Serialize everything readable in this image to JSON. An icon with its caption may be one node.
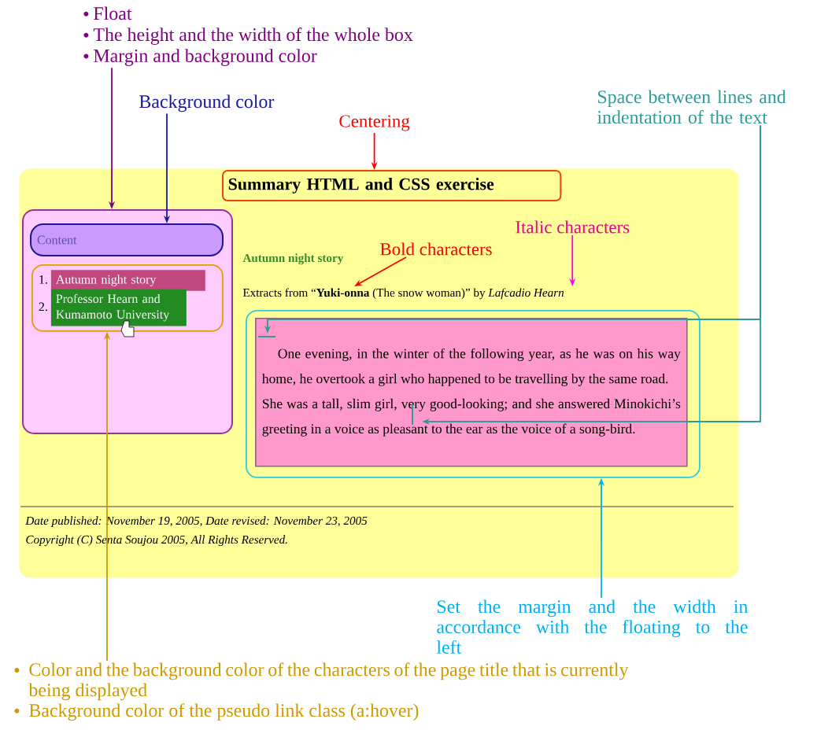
{
  "diagram": {
    "nodes": [
      {
        "text": [
          "Float",
          "The height and the width of the whole box",
          "Margin and background color"
        ]
      },
      {
        "text": [
          "Background color"
        ]
      },
      {
        "text": [
          "Centering"
        ]
      },
      {
        "text": [
          "Space between lines and indentation of the text"
        ]
      },
      {
        "text": [],
        "shape": "box"
      },
      {
        "text": [
          "Summary HTML and CSS exercise"
        ],
        "in": 4
      },
      {
        "text": [],
        "shape": "box",
        "in": 4
      },
      {
        "text": [
          "Content"
        ],
        "in": 6
      },
      {
        "text": [
          "1.",
          "Autumn night story",
          "2.",
          "Professor Hearn and Kumamoto University"
        ],
        "in": 6
      },
      {
        "text": [
          "Bold characters"
        ],
        "in": 4
      },
      {
        "text": [
          "Italic characters"
        ],
        "in": 4
      },
      {
        "text": [
          "Extracts from “**Yuki-onna** (The snow woman)” by *Lafcadio Hearn*"
        ],
        "in": 4
      },
      {
        "text": [],
        "shape": "box",
        "in": 4
      },
      {
        "text": [
          "One evening, in the winter of the following year, as he was on his way home, he overtook a girl who happened to be travelling by the same road.",
          "She was a tall, slim girl, very good-looking; and she answered Minokichi’s greeting in a voice as pleasant to the ear as the voice of a song-bird."
        ],
        "in": 12
      },
      {
        "text": [
          "Set the margin and the width in accordance with the floating to the left"
        ]
      },
      {
        "text": [
          "Color and the background color of the characters of the page title that is currently being displayed",
          "Background color of the pseudo link class (a:hover)"
        ]
      }
    ],
    "edges": [
      {
        "from": 0,
        "to": 6,
        "arrow": "to",
        "color": "#800080"
      },
      {
        "from": 1,
        "to": 7,
        "arrow": "to",
        "color": "#1a1a99"
      },
      {
        "from": 2,
        "to": 5,
        "arrow": "to",
        "color": "#ff0000"
      },
      {
        "from": 9,
        "to": 11,
        "arrow": "to",
        "color": "#ff0000"
      },
      {
        "from": 10,
        "to": 11,
        "arrow": "to",
        "color": "#ff00ff"
      },
      {
        "from": 3,
        "to": 13,
        "arrow": "to",
        "color": "#339999"
      },
      {
        "from": 3,
        "to": 13,
        "arrow": "to",
        "color": "#339999"
      },
      {
        "from": 14,
        "to": 12,
        "arrow": "to",
        "color": "#00b0f0"
      },
      {
        "from": 15,
        "to": 8,
        "arrow": "to",
        "color": "#cc9900"
      }
    ],
    "labels": [
      "Autumn night story",
      "Date published: November 19, 2005, Date revised: November 23, 2005",
      "Copyright (C) Senta Soujou 2005, All Rights Reserved."
    ]
  }
}
